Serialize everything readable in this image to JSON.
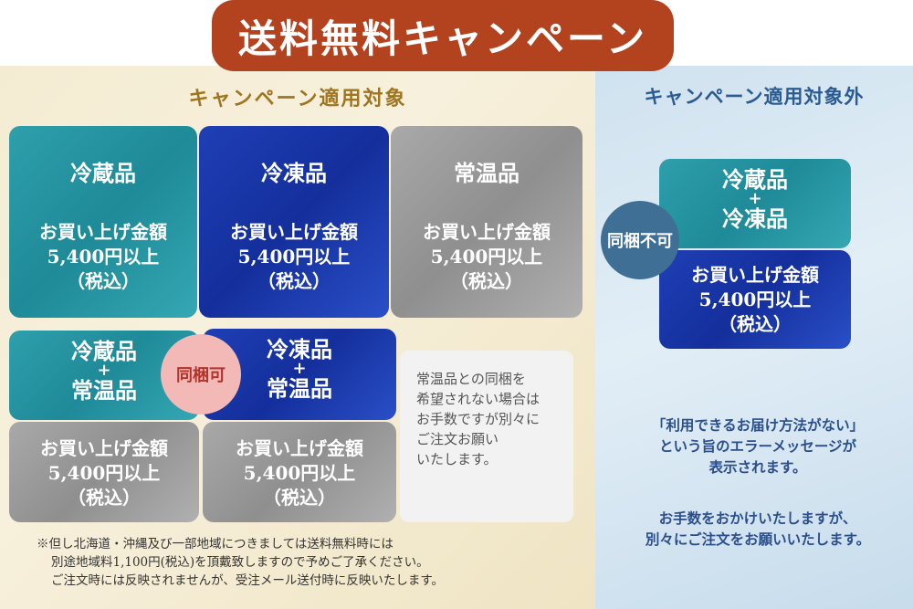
{
  "banner": "送料無料キャンペーン",
  "left_title": "キャンペーン適用対象",
  "right_title": "キャンペーン適用対象外",
  "cards": {
    "chilled": {
      "name": "冷蔵品",
      "l1": "お買い上げ金額",
      "l2": "5,400円以上",
      "l3": "（税込）"
    },
    "frozen": {
      "name": "冷凍品",
      "l1": "お買い上げ金額",
      "l2": "5,400円以上",
      "l3": "（税込）"
    },
    "ambient": {
      "name": "常温品",
      "l1": "お買い上げ金額",
      "l2": "5,400円以上",
      "l3": "（税込）"
    }
  },
  "combo_left": {
    "a": "冷蔵品",
    "plus": "+",
    "b": "常温品",
    "l1": "お買い上げ金額",
    "l2": "5,400円以上",
    "l3": "（税込）"
  },
  "combo_right": {
    "a": "冷凍品",
    "plus": "+",
    "b": "常温品",
    "l1": "お買い上げ金額",
    "l2": "5,400円以上",
    "l3": "（税込）"
  },
  "badge_ok": "同梱可",
  "note": [
    "常温品との同梱を",
    "希望されない場合は",
    "お手数ですが別々に",
    "ご注文お願い",
    "いたします。"
  ],
  "footnote": [
    "※但し北海道・沖縄及び一部地域につきましては送料無料時には",
    "別途地域料1,100円(税込)を頂戴致しますので予めご了承ください。",
    "ご注文時には反映されませんが、受注メール送付時に反映いたします。"
  ],
  "excluded": {
    "a": "冷蔵品",
    "plus": "+",
    "b": "冷凍品",
    "l1": "お買い上げ金額",
    "l2": "5,400円以上",
    "l3": "（税込）"
  },
  "badge_ng": "同梱不可",
  "right_msg1": [
    "「利用できるお届け方法がない」",
    "という旨のエラーメッセージが",
    "表示されます。"
  ],
  "right_msg2": [
    "お手数をおかけいたしますが、",
    "別々にご注文をお願いいたします。"
  ],
  "colors": {
    "banner": "#b3431f",
    "teal": "#1f8a98",
    "blue": "#142f9c",
    "gray": "#8f8f8f",
    "badge_ok": "#f2b9b6",
    "badge_ng": "#3f6f95"
  }
}
